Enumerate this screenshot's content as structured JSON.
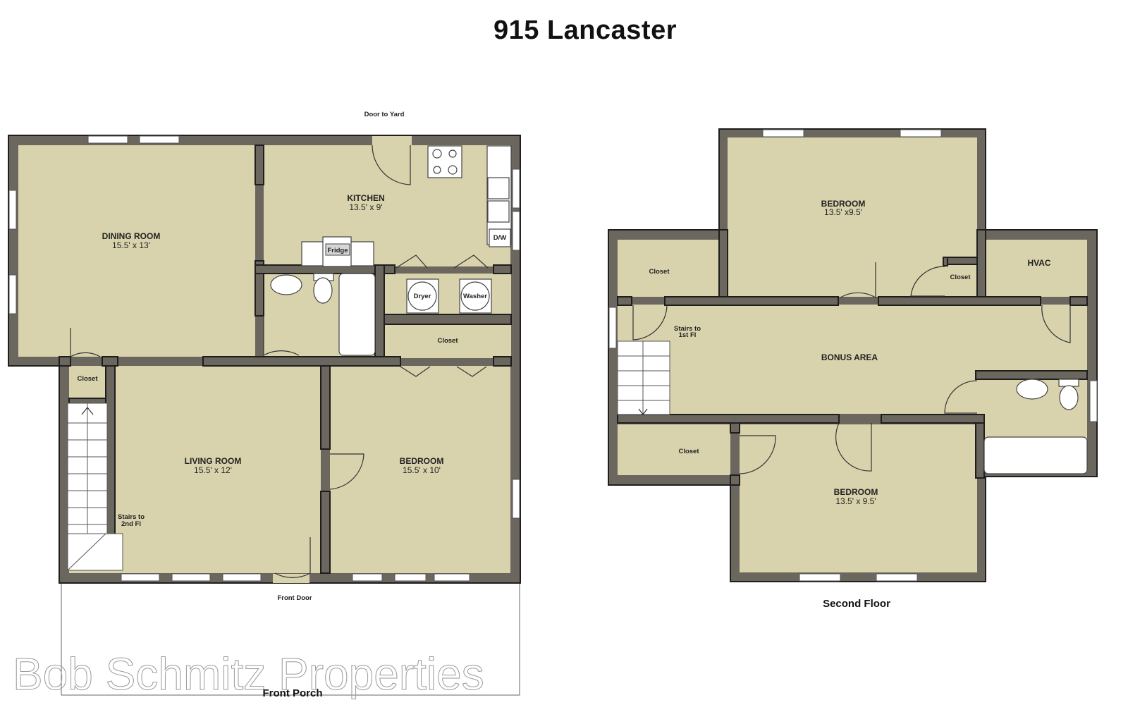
{
  "title": "915 Lancaster",
  "first_floor": {
    "labels": {
      "door_to_yard": "Door to Yard",
      "front_door": "Front Door",
      "front_porch": "Front Porch",
      "stairs": [
        "Stairs to",
        "2nd Fl"
      ]
    },
    "rooms": [
      {
        "name": "DINING ROOM",
        "size": "15.5' x 13'"
      },
      {
        "name": "KITCHEN",
        "size": "13.5' x 9'"
      },
      {
        "name": "LIVING ROOM",
        "size": "15.5' x 12'"
      },
      {
        "name": "BEDROOM",
        "size": "15.5' x 10'"
      }
    ],
    "closets": [
      "Closet",
      "Closet"
    ],
    "fixtures": {
      "fridge": "Fridge",
      "dishwasher": "D/W",
      "dryer": "Dryer",
      "washer": "Washer"
    }
  },
  "second_floor": {
    "label": "Second Floor",
    "rooms": [
      {
        "name": "BEDROOM",
        "size": "13.5' x9.5'"
      },
      {
        "name": "BONUS AREA",
        "size": ""
      },
      {
        "name": "BEDROOM",
        "size": "13.5' x 9.5'"
      },
      {
        "name": "HVAC",
        "size": ""
      }
    ],
    "closets": [
      "Closet",
      "Closet",
      "Closet"
    ],
    "stairs": [
      "Stairs to",
      "1st Fl"
    ]
  },
  "watermark": "Bob Schmitz Properties",
  "colors": {
    "wall": "#6b665e",
    "floor": "#d8d3ad",
    "outline": "#1e1e1e"
  }
}
